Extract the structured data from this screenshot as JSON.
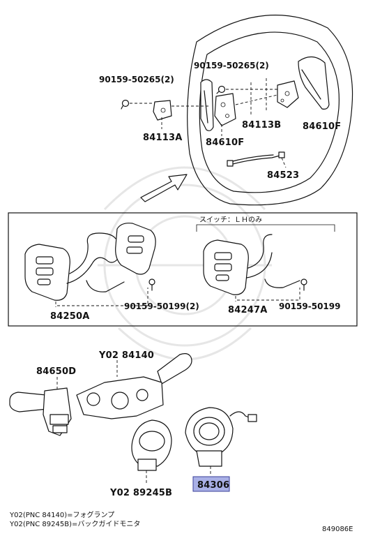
{
  "labels": {
    "bolt_left": "90159-50265(2)",
    "bolt_right": "90159-50265(2)",
    "bracket_left": "84113A",
    "bracket_right": "84113B",
    "paddle_left": "84610F",
    "paddle_right": "84610F",
    "harness": "84523",
    "switch_lh_label": "スイッチ：ＬＨのみ",
    "switch_a": "84250A",
    "screw_a": "90159-50199(2)",
    "switch_b": "84247A",
    "screw_b": "90159-50199",
    "lever_left": "84650D",
    "lever_right": "Y02 84140",
    "cover": "Y02 89245B",
    "spiral_cable": "84306"
  },
  "notes": {
    "line1": "Y02(PNC 84140)=フォグランプ",
    "line2": "Y02(PNC 89245B)=バックガイドモニタ"
  },
  "figure_id": "849086E",
  "colors": {
    "highlight_fill": "#a9b0e6",
    "highlight_stroke": "#3a3f9a",
    "line": "#111111",
    "watermark": "#e6e6e6"
  }
}
